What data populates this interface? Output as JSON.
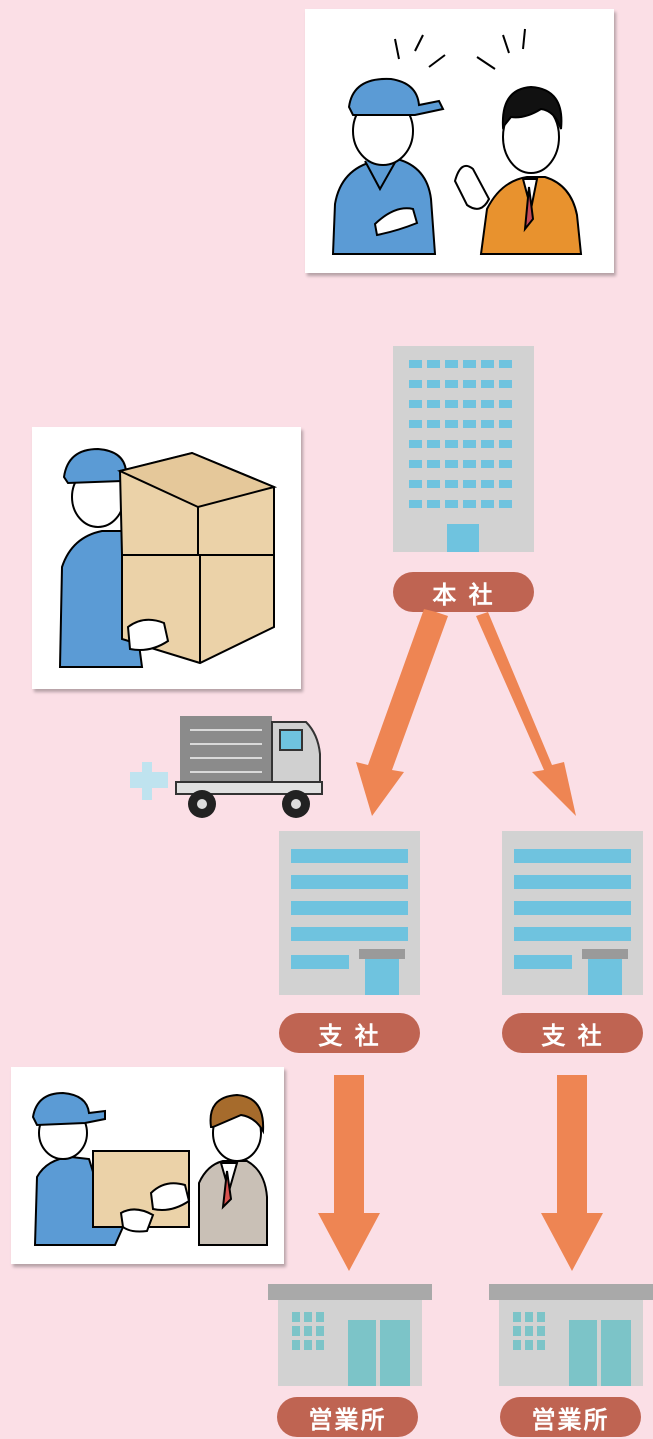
{
  "diagram": {
    "headquarters": {
      "label": "本 社"
    },
    "branches": [
      {
        "label": "支 社"
      },
      {
        "label": "支 社"
      }
    ],
    "sales_offices": [
      {
        "label": "営業所"
      },
      {
        "label": "営業所"
      }
    ]
  },
  "colors": {
    "background": "#fbdfe6",
    "label_fill": "#bf6452",
    "arrow": "#ee8553",
    "building_gray": "#d2d2d2",
    "window_blue": "#6fc3df",
    "office_teal": "#7cc4c8"
  }
}
